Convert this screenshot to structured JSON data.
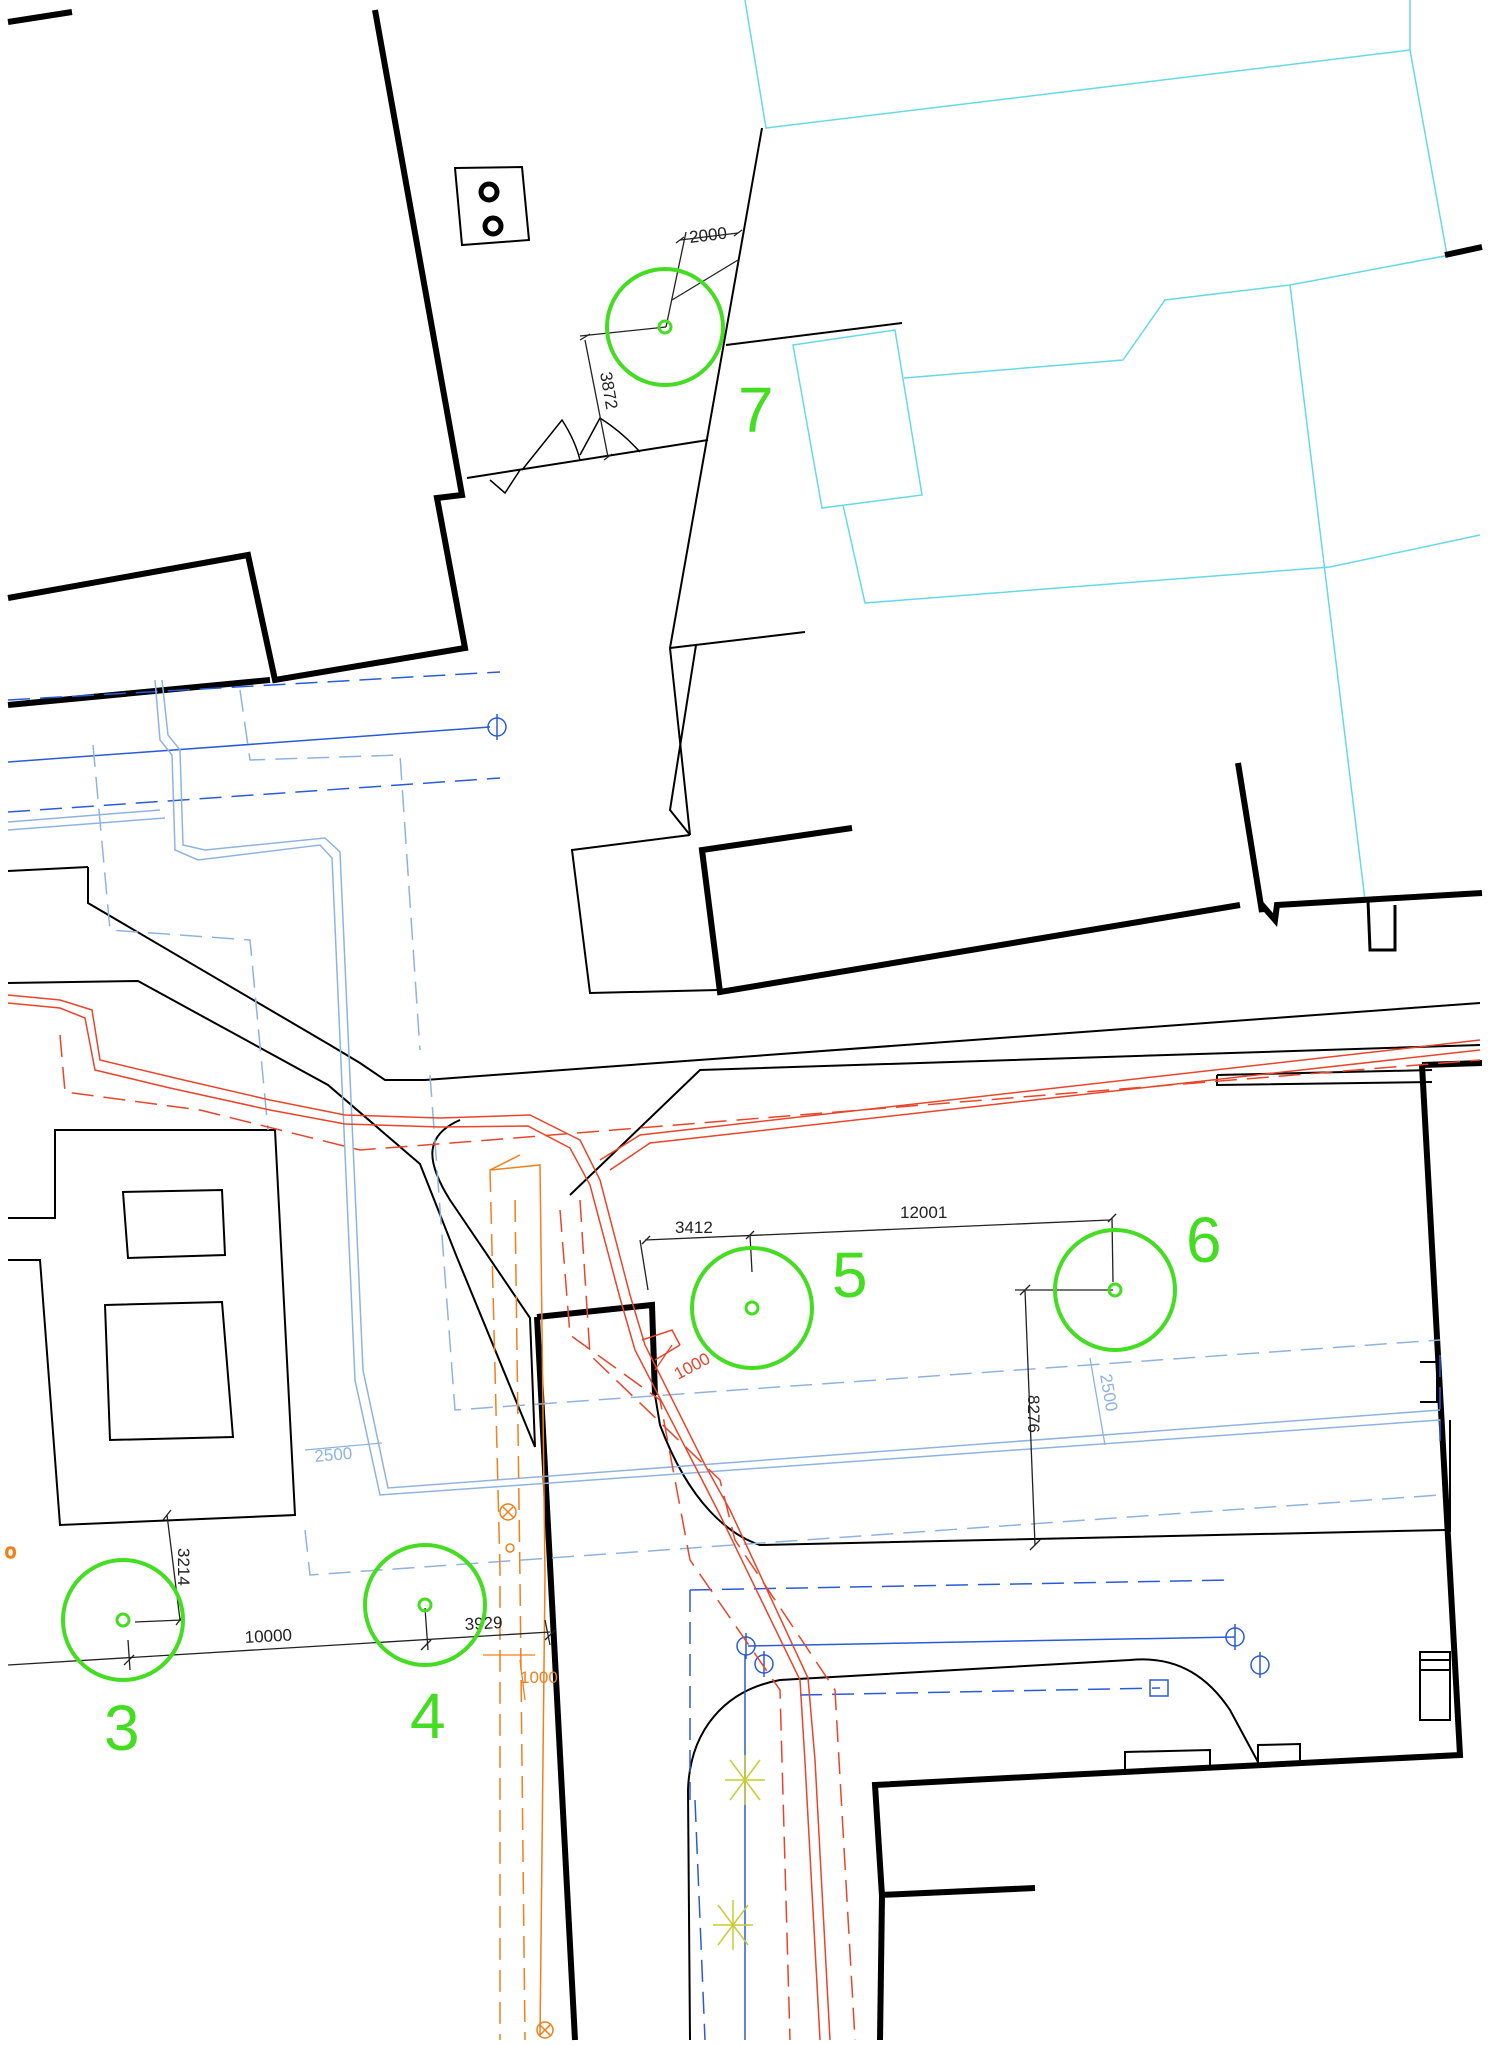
{
  "colors": {
    "building": "#000000",
    "context_building": "#66d9e8",
    "road": "#000000",
    "water": "#2a5bd7",
    "storm": "#8fb3e0",
    "gas": "#e8452a",
    "power": "#f0801c",
    "marker": "#44dd22",
    "tree": "#c8cc33",
    "dimension": "#222222"
  },
  "markers": [
    {
      "id": "3",
      "label": "3"
    },
    {
      "id": "4",
      "label": "4"
    },
    {
      "id": "5",
      "label": "5"
    },
    {
      "id": "6",
      "label": "6"
    },
    {
      "id": "7",
      "label": "7"
    }
  ],
  "dimensions": {
    "d_2000": "2000",
    "d_3872": "3872",
    "d_3412": "3412",
    "d_12001": "12001",
    "d_8276": "8276",
    "d_1000_a": "1000",
    "d_1000_b": "1000",
    "d_3214": "3214",
    "d_10000": "10000",
    "d_3929": "3929",
    "d_2500_a": "2500",
    "d_2500_b": "2500"
  }
}
